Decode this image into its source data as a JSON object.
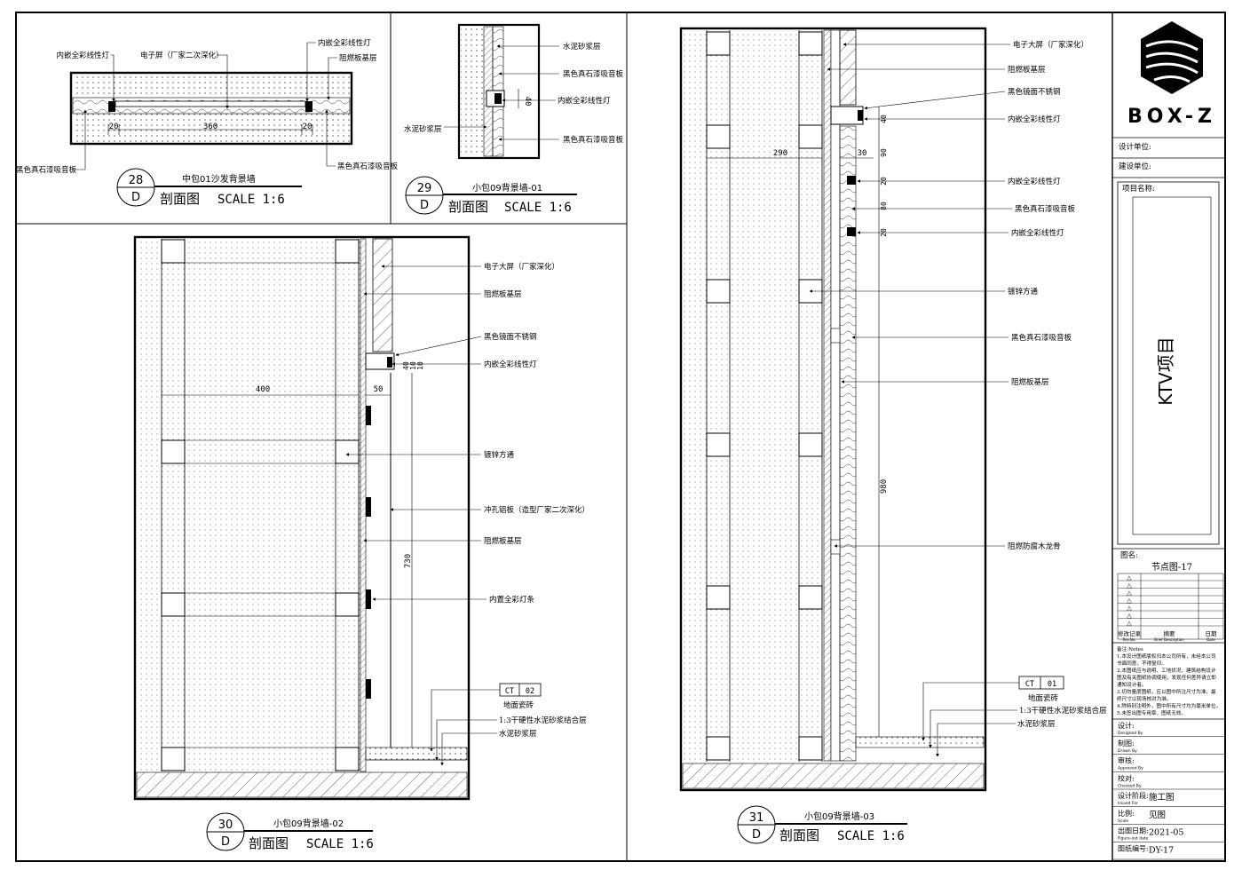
{
  "panels": {
    "p28": {
      "number": "28",
      "sheet": "D",
      "name": "中包01沙发背景墙",
      "title": "剖面图",
      "scale": "SCALE 1:6",
      "labels": {
        "led_left": "内嵌全彩线性灯",
        "screen": "电子屏（厂家二次深化）",
        "led_right": "内嵌全彩线性灯",
        "fire_board": "阻燃板基层",
        "acoustic_left": "黑色真石漆吸音板",
        "acoustic_right": "黑色真石漆吸音板"
      },
      "dims": {
        "a": "20",
        "b": "360",
        "c": "20"
      }
    },
    "p29": {
      "number": "29",
      "sheet": "D",
      "name": "小包09背景墙-01",
      "title": "剖面图",
      "scale": "SCALE 1:6",
      "labels": {
        "mortar_top": "水泥砂浆层",
        "acoustic_top": "黑色真石漆吸音板",
        "led": "内嵌全彩线性灯",
        "mortar_left": "水泥砂浆层",
        "acoustic_bottom": "黑色真石漆吸音板"
      },
      "dims": {
        "a": "40"
      }
    },
    "p30": {
      "number": "30",
      "sheet": "D",
      "name": "小包09背景墙-02",
      "title": "剖面图",
      "scale": "SCALE 1:6",
      "labels": {
        "screen": "电子大屏（厂家深化）",
        "fire_board_top": "阻燃板基层",
        "mirror_steel": "黑色镜面不锈钢",
        "led": "内嵌全彩线性灯",
        "galv_tube": "镀锌方通",
        "perforated": "冲孔铝板（造型厂家二次深化）",
        "fire_board_mid": "阻燃板基层",
        "led_strip": "内置全彩灯条",
        "ct_code": "CT",
        "ct_num": "02",
        "tile": "地面瓷砖",
        "bond_layer": "1:3干硬性水泥砂浆结合层",
        "mortar": "水泥砂浆层"
      },
      "dims": {
        "a": "400",
        "b": "50",
        "c": "730",
        "d": "40",
        "e": "10",
        "f": "10"
      }
    },
    "p31": {
      "number": "31",
      "sheet": "D",
      "name": "小包09背景墙-03",
      "title": "剖面图",
      "scale": "SCALE 1:6",
      "labels": {
        "screen": "电子大屏（厂家深化）",
        "fire_board_top": "阻燃板基层",
        "mirror_steel": "黑色镜面不锈钢",
        "led_1": "内嵌全彩线性灯",
        "led_2": "内嵌全彩线性灯",
        "acoustic_1": "黑色真石漆吸音板",
        "led_3": "内嵌全彩线性灯",
        "galv_tube": "镀锌方通",
        "acoustic_2": "黑色真石漆吸音板",
        "fire_board_mid": "阻燃板基层",
        "wood_keel": "阻燃防腐木龙骨",
        "ct_code": "CT",
        "ct_num": "01",
        "tile": "地面瓷砖",
        "bond_layer": "1:3干硬性水泥砂浆结合层",
        "mortar": "水泥砂浆层"
      },
      "dims": {
        "a": "290",
        "b": "30",
        "c": "40",
        "d": "90",
        "e": "20",
        "f": "80",
        "g": "20",
        "h": "980"
      }
    }
  },
  "title_block": {
    "brand": "BOX-Z",
    "designer_unit": "设计单位:",
    "client_unit": "建设单位:",
    "project_name_label": "项目名称:",
    "project_name": "KTV项目",
    "drawing_name_label": "图名:",
    "drawing_name": "节点图-17",
    "revision_header": {
      "mark": "修改记录",
      "mark_en": "Rev.No.",
      "desc": "摘要",
      "desc_en": "Brief Description",
      "date": "日期",
      "date_en": "Date"
    },
    "revision_rows": [
      "△",
      "△",
      "△",
      "△",
      "△",
      "△",
      "△"
    ],
    "notes": [
      "备注:Notes",
      "1.本设计图纸版权归本公司所有，未经本公司",
      "书面同意，不得复印。",
      "2.本图纸应与说明、工地状况、建筑结构设计",
      "图及有关图纸协调使用，发现任何差异请立即",
      "通知设计者。",
      "3.切勿量度图纸，应以图中所注尺寸为准，最",
      "终尺寸以现场核对为准。",
      "4.除特别注明外，图中所有尺寸均为毫米单位。",
      "5.未签出图专用章，图纸无效。"
    ],
    "rows": [
      {
        "label": "设计:",
        "label_en": "Designed By",
        "value": ""
      },
      {
        "label": "制图:",
        "label_en": "Drawn By",
        "value": ""
      },
      {
        "label": "审核:",
        "label_en": "Approved By",
        "value": ""
      },
      {
        "label": "校对:",
        "label_en": "Checked By",
        "value": ""
      },
      {
        "label": "设计阶段:",
        "label_en": "Issued For",
        "value": "施工图"
      },
      {
        "label": "比例:",
        "label_en": "Scale",
        "value": "见图"
      },
      {
        "label": "出图日期:",
        "label_en": "Figure-out date",
        "value": "2021-05"
      },
      {
        "label": "图纸编号:",
        "label_en": "",
        "value": "DY-17"
      }
    ]
  }
}
